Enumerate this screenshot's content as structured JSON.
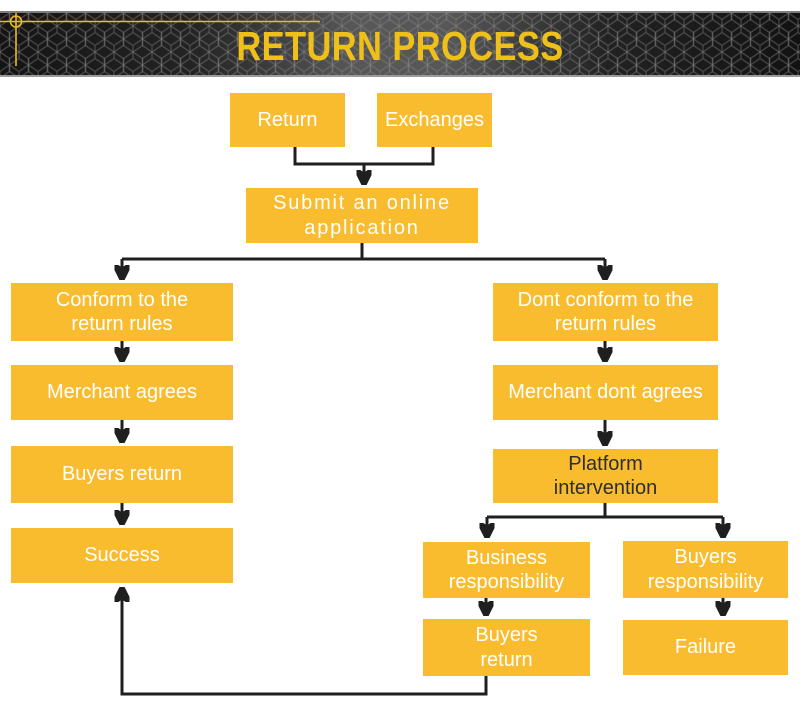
{
  "header": {
    "title": "RETURN PROCESS"
  },
  "theme": {
    "box_color": "#F9BC2E",
    "title_color": "#EFC01A",
    "line_color": "#1F1F1F",
    "platform_text_color": "#2E2E2E",
    "banner_dark": "#1C1C1C",
    "banner_light_center": "#585858",
    "mesh_line_color": "#5A5A5A"
  },
  "nodes": {
    "return": {
      "label": "Return"
    },
    "exchanges": {
      "label": "Exchanges"
    },
    "submit": {
      "label": "Submit an online\napplication"
    },
    "conform": {
      "label": "Conform to the\nreturn rules"
    },
    "merchant_agrees": {
      "label": "Merchant agrees"
    },
    "buyers_return_left": {
      "label": "Buyers return"
    },
    "success": {
      "label": "Success"
    },
    "dont_conform": {
      "label": "Dont conform to the\nreturn rules"
    },
    "merchant_dont_agrees": {
      "label": "Merchant dont agrees"
    },
    "platform": {
      "label": "Platform\nintervention"
    },
    "business_resp": {
      "label": "Business\nresponsibility"
    },
    "buyers_resp": {
      "label": "Buyers\nresponsibility"
    },
    "buyers_return_bottom": {
      "label": "Buyers\nreturn"
    },
    "failure": {
      "label": "Failure"
    }
  }
}
